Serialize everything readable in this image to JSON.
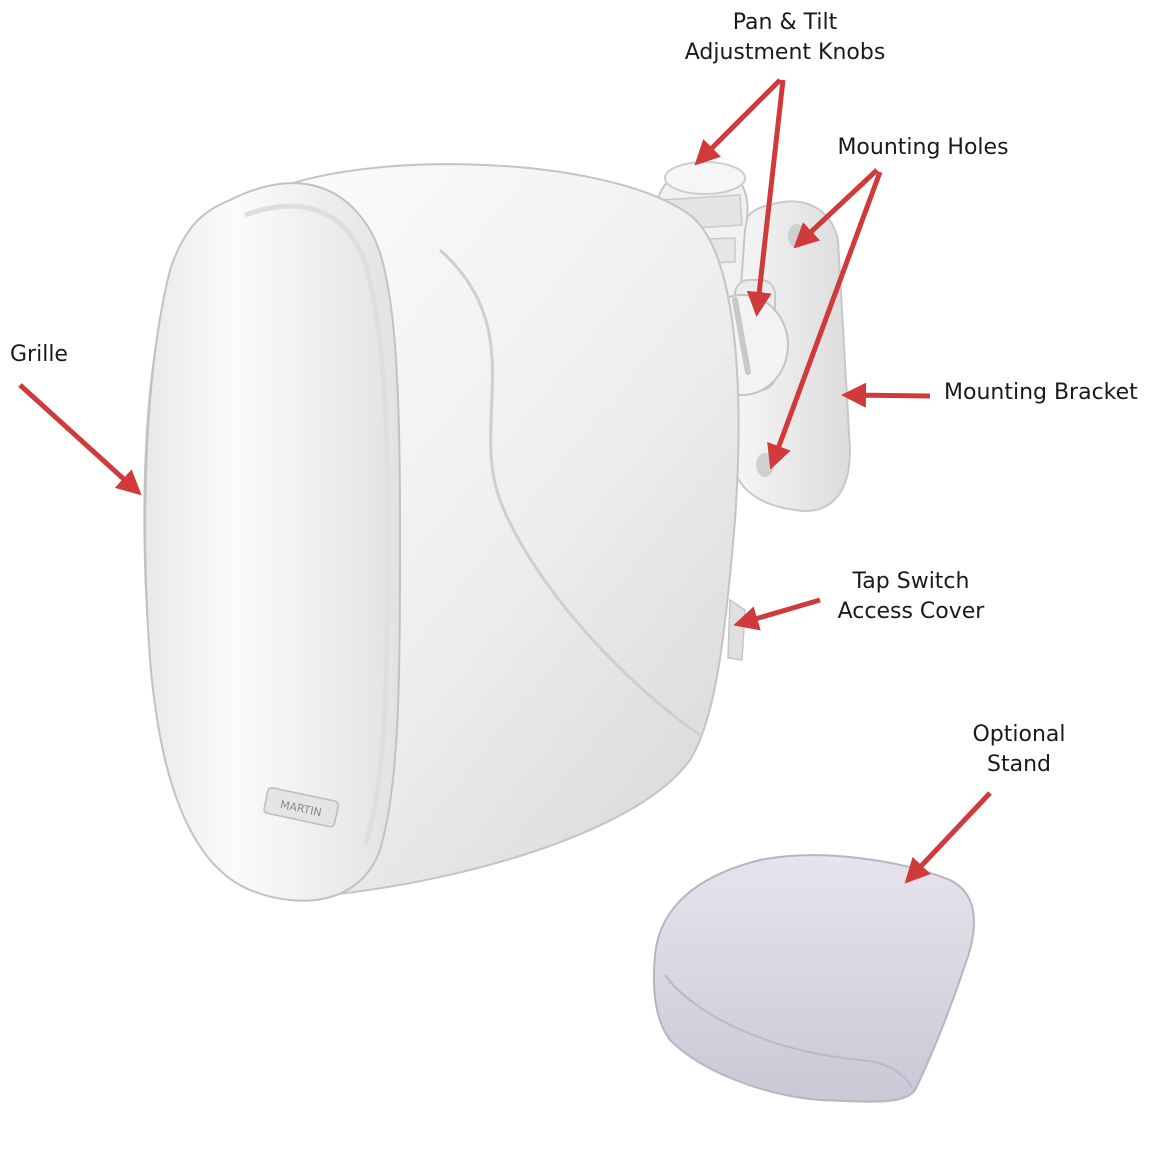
{
  "callouts": {
    "pan_tilt": {
      "line1": "Pan & Tilt",
      "line2": "Adjustment Knobs"
    },
    "mounting_holes": "Mounting Holes",
    "grille": "Grille",
    "mounting_bracket": "Mounting Bracket",
    "tap_switch": {
      "line1": "Tap Switch",
      "line2": "Access Cover"
    },
    "optional_stand": {
      "line1": "Optional",
      "line2": "Stand"
    }
  },
  "logo_text": "MARTIN",
  "colors": {
    "arrow": "#d03a3a",
    "speaker_body": "#f2f2f2",
    "speaker_shadow": "#c9c9c9",
    "stand": "#d9d6e2",
    "text": "#1a1a1a"
  }
}
